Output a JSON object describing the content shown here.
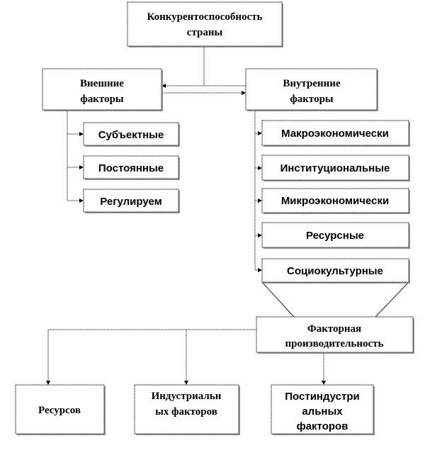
{
  "root": {
    "line1": "Конкурентоспособность",
    "line2": "страны"
  },
  "external": {
    "line1": "Внешние",
    "line2": "факторы",
    "children": [
      "Субъектные",
      "Постоянные",
      "Регулируем"
    ]
  },
  "internal": {
    "line1": "Внутренние",
    "line2": "факторы",
    "children": [
      "Макроэкономически",
      "Институциональные",
      "Микроэкономически",
      "Ресурсные",
      "Социокультурные"
    ]
  },
  "productivity": {
    "line1": "Факторная",
    "line2": "производительность"
  },
  "stages": [
    {
      "lines": [
        "Ресурсов"
      ]
    },
    {
      "lines": [
        "Индустриальн",
        "ых факторов"
      ]
    },
    {
      "lines": [
        "Постиндустри",
        "альных",
        "факторов"
      ]
    }
  ]
}
